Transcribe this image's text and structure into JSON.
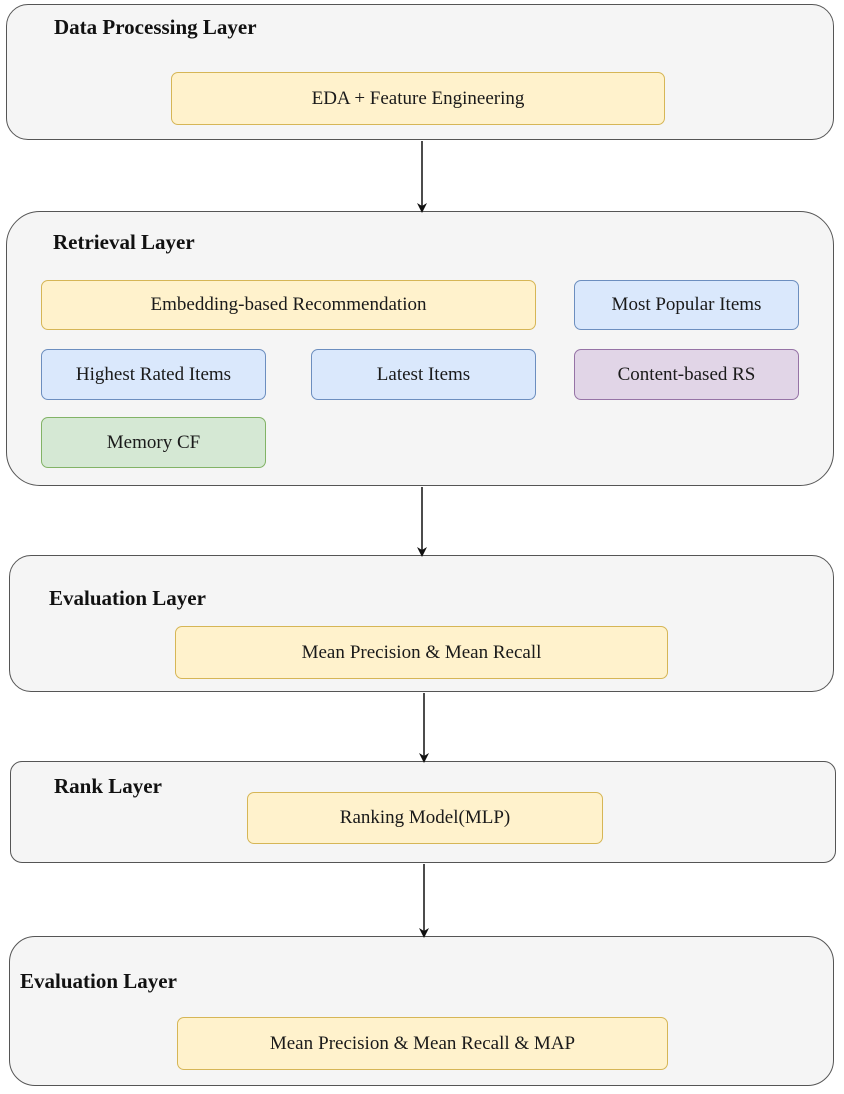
{
  "colors": {
    "layer_fill": "#f5f5f5",
    "layer_border": "#555555",
    "yellow_fill": "#fff2cc",
    "yellow_border": "#d6b656",
    "blue_fill": "#dae8fc",
    "blue_border": "#6c8ebf",
    "purple_fill": "#e1d5e7",
    "purple_border": "#9673a6",
    "green_fill": "#d5e8d4",
    "green_border": "#82b366"
  },
  "layers": {
    "data_processing": {
      "title": "Data Processing Layer",
      "boxes": {
        "eda": "EDA + Feature Engineering"
      }
    },
    "retrieval": {
      "title": "Retrieval Layer",
      "boxes": {
        "embedding": "Embedding-based Recommendation",
        "most_popular": "Most Popular Items",
        "highest_rated": "Highest Rated Items",
        "latest": "Latest Items",
        "content_based": "Content-based RS",
        "memory_cf": "Memory CF"
      }
    },
    "evaluation_1": {
      "title": "Evaluation Layer",
      "boxes": {
        "metrics_part1": "Mean",
        "metrics_part2": "Precision & Mean Recall"
      }
    },
    "rank": {
      "title": "Rank Layer",
      "boxes": {
        "ranking_model": "Ranking Model(MLP)"
      }
    },
    "evaluation_2": {
      "title": "Evaluation Layer",
      "boxes": {
        "metrics_part1": "Mean",
        "metrics_part2": "Precision & Mean Recall & MAP"
      }
    }
  }
}
